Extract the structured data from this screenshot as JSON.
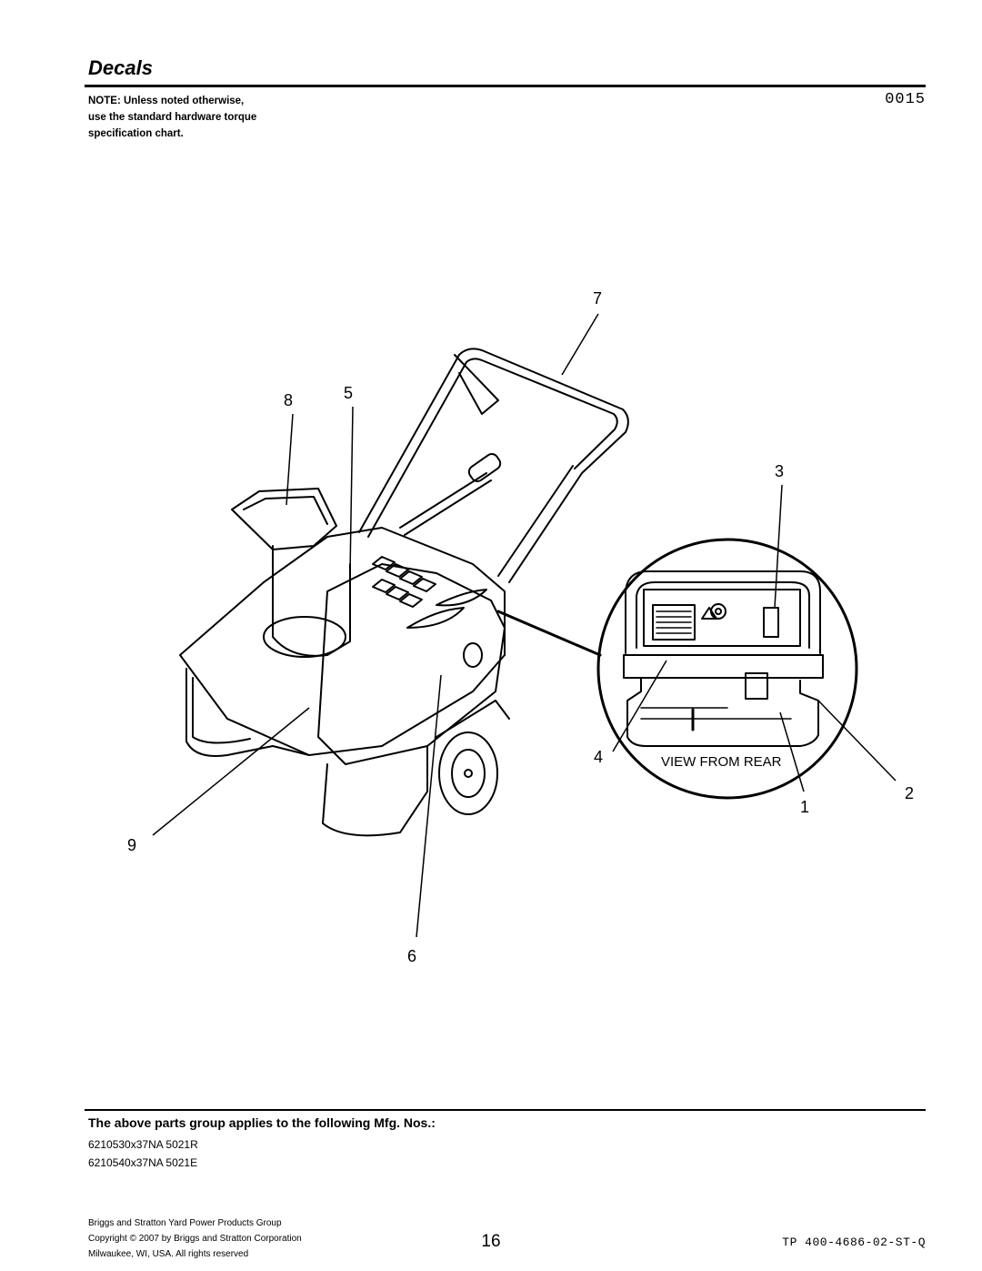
{
  "header": {
    "title": "Decals",
    "note_lines": [
      "NOTE: Unless noted otherwise,",
      "use the standard hardware torque",
      "specification chart."
    ],
    "code": "0015"
  },
  "figure": {
    "inset_label": "VIEW FROM REAR",
    "callouts": [
      "1",
      "2",
      "3",
      "4",
      "5",
      "6",
      "7",
      "8",
      "9"
    ]
  },
  "applies": {
    "heading": "The above parts group applies to the following Mfg. Nos.:",
    "mfg_numbers": [
      "6210530x37NA 5021R",
      "6210540x37NA 5021E"
    ]
  },
  "footer": {
    "lines": [
      "Briggs and Stratton Yard Power Products Group",
      "Copyright © 2007 by Briggs and Stratton Corporation",
      "Milwaukee, WI, USA. All rights reserved"
    ],
    "page_number": "16",
    "doc_id": "TP 400-4686-02-ST-Q"
  }
}
